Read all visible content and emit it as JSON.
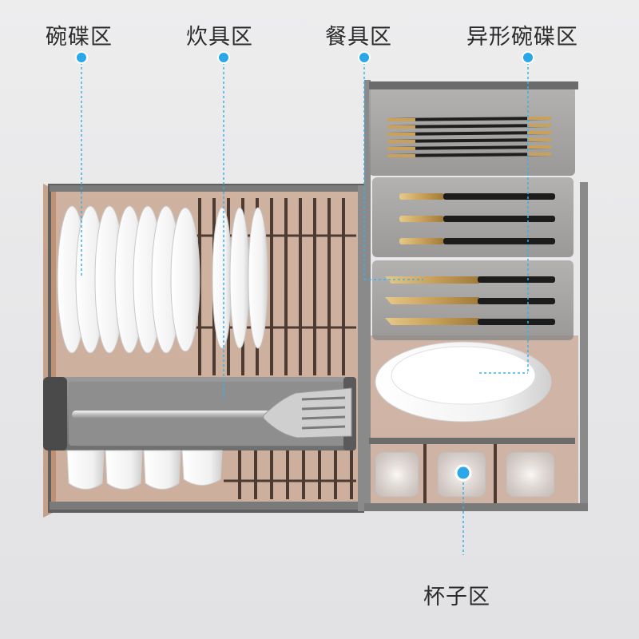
{
  "callouts": {
    "bowl_plate_zone": "碗碟区",
    "cookware_zone": "炊具区",
    "tableware_zone": "餐具区",
    "special_bowl_zone": "异形碗碟区",
    "cup_zone": "杯子区"
  },
  "colors": {
    "callout_dot": "#2aa7e8",
    "callout_line": "#3ab0ee",
    "frame": "#6b6b6b",
    "tinted_panel": "#b07a5a"
  },
  "icons": [
    "plate-icon",
    "bowl-icon",
    "spatula-icon",
    "chopsticks-icon",
    "fork-icon",
    "knife-icon",
    "glass-icon"
  ]
}
